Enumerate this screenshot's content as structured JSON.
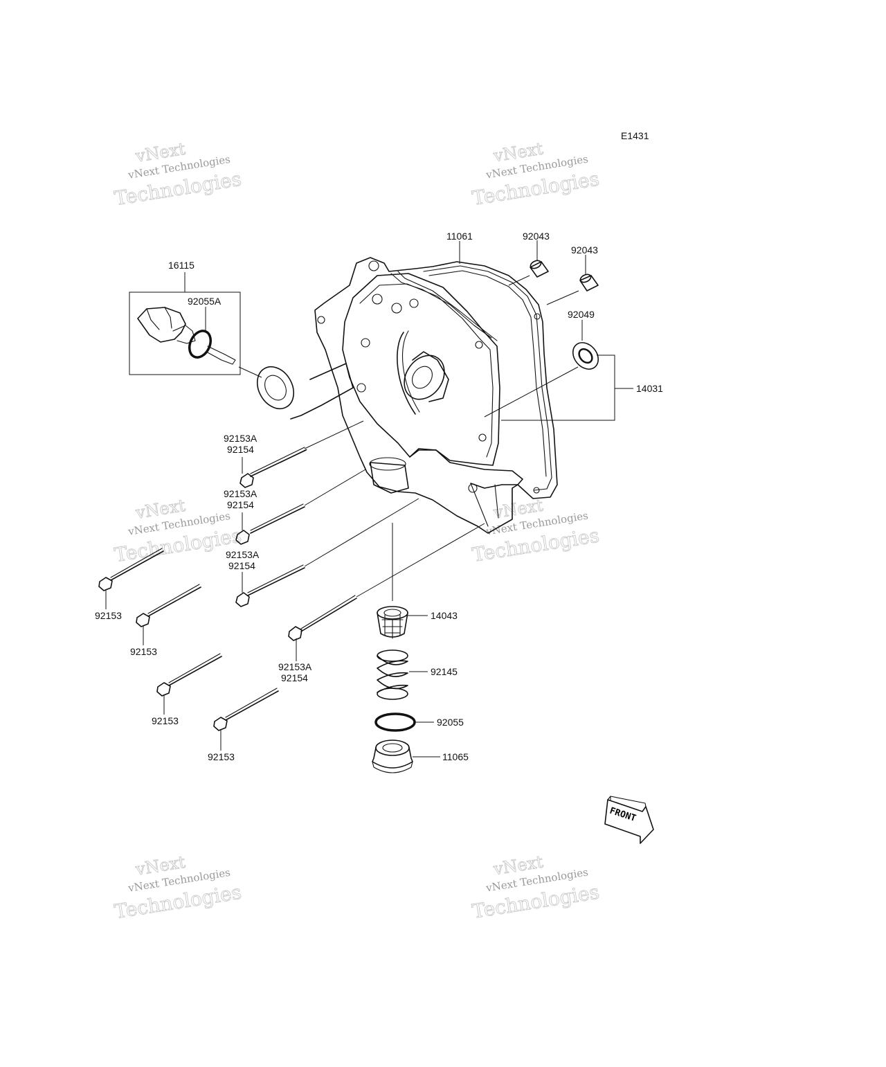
{
  "diagram": {
    "code": "E1431",
    "watermark": {
      "line1": "vNext",
      "line2": "vNext Technologies",
      "line3": "Technologies"
    },
    "front_label": "FRONT",
    "parts": {
      "p16115": "16115",
      "p92055A": "92055A",
      "p11061": "11061",
      "p92043a": "92043",
      "p92043b": "92043",
      "p92049": "92049",
      "p14031": "14031",
      "b1a": "92153A",
      "b1b": "92154",
      "b2a": "92153A",
      "b2b": "92154",
      "b3a": "92153A",
      "b3b": "92154",
      "b4a": "92153A",
      "b4b": "92154",
      "s1": "92153",
      "s2": "92153",
      "s3": "92153",
      "s4": "92153",
      "p14043": "14043",
      "p92145": "92145",
      "p92055": "92055",
      "p11065": "11065"
    }
  }
}
